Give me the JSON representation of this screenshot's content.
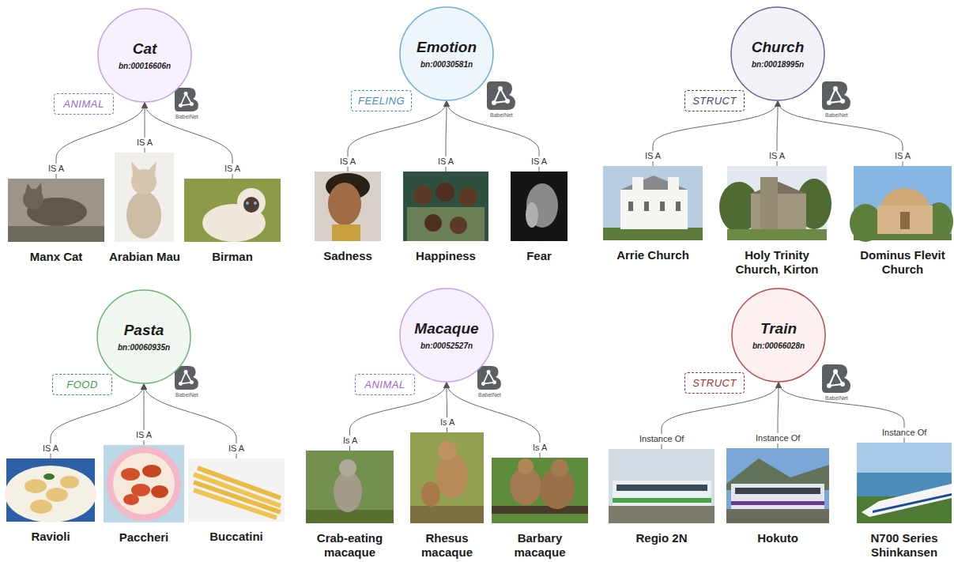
{
  "diagram": {
    "nodes": [
      {
        "text": [
          "Cat",
          "bn:00016606n"
        ]
      },
      {
        "text": [
          "ANIMAL"
        ]
      },
      {
        "text": [
          "Manx Cat"
        ]
      },
      {
        "text": [
          "Arabian Mau"
        ]
      },
      {
        "text": [
          "Birman"
        ]
      },
      {
        "text": [
          "Emotion",
          "bn:00030581n"
        ]
      },
      {
        "text": [
          "FEELING"
        ]
      },
      {
        "text": [
          "Sadness"
        ]
      },
      {
        "text": [
          "Happiness"
        ]
      },
      {
        "text": [
          "Fear"
        ]
      },
      {
        "text": [
          "Church",
          "bn:00018995n"
        ]
      },
      {
        "text": [
          "STRUCT"
        ]
      },
      {
        "text": [
          "Arrie Church"
        ]
      },
      {
        "text": [
          "Holy Trinity Church, Kirton"
        ]
      },
      {
        "text": [
          "Dominus Flevit Church"
        ]
      },
      {
        "text": [
          "Pasta",
          "bn:00060935n"
        ]
      },
      {
        "text": [
          "FOOD"
        ]
      },
      {
        "text": [
          "Ravioli"
        ]
      },
      {
        "text": [
          "Paccheri"
        ]
      },
      {
        "text": [
          "Buccatini"
        ]
      },
      {
        "text": [
          "Macaque",
          "bn:00052527n"
        ]
      },
      {
        "text": [
          "ANIMAL"
        ]
      },
      {
        "text": [
          "Crab-eating macaque"
        ]
      },
      {
        "text": [
          "Rhesus macaque"
        ]
      },
      {
        "text": [
          "Barbary macaque"
        ]
      },
      {
        "text": [
          "Train",
          "bn:00066028n"
        ]
      },
      {
        "text": [
          "STRUCT"
        ]
      },
      {
        "text": [
          "Regio 2N"
        ]
      },
      {
        "text": [
          "Hokuto"
        ]
      },
      {
        "text": [
          "N700 Series Shinkansen"
        ]
      }
    ],
    "edges": [
      {
        "from": 2,
        "to": 0,
        "arrow": "to",
        "label": "IS A"
      },
      {
        "from": 3,
        "to": 0,
        "arrow": "to",
        "label": "IS A"
      },
      {
        "from": 4,
        "to": 0,
        "arrow": "to",
        "label": "IS A"
      },
      {
        "from": 7,
        "to": 5,
        "arrow": "to",
        "label": "IS A"
      },
      {
        "from": 8,
        "to": 5,
        "arrow": "to",
        "label": "IS A"
      },
      {
        "from": 9,
        "to": 5,
        "arrow": "to",
        "label": "IS A"
      },
      {
        "from": 12,
        "to": 10,
        "arrow": "to",
        "label": "IS A"
      },
      {
        "from": 13,
        "to": 10,
        "arrow": "to",
        "label": "IS A"
      },
      {
        "from": 14,
        "to": 10,
        "arrow": "to",
        "label": "IS A"
      },
      {
        "from": 17,
        "to": 15,
        "arrow": "to",
        "label": "IS A"
      },
      {
        "from": 18,
        "to": 15,
        "arrow": "to",
        "label": "IS A"
      },
      {
        "from": 19,
        "to": 15,
        "arrow": "to",
        "label": "IS A"
      },
      {
        "from": 22,
        "to": 20,
        "arrow": "to",
        "label": "Is A"
      },
      {
        "from": 23,
        "to": 20,
        "arrow": "to",
        "label": "Is A"
      },
      {
        "from": 24,
        "to": 20,
        "arrow": "to",
        "label": "Is A"
      },
      {
        "from": 27,
        "to": 25,
        "arrow": "to",
        "label": "Instance Of"
      },
      {
        "from": 28,
        "to": 25,
        "arrow": "to",
        "label": "Instance Of"
      },
      {
        "from": 29,
        "to": 25,
        "arrow": "to",
        "label": "Instance Of"
      }
    ],
    "labels": [
      "BabelNet",
      "BabelNet",
      "BabelNet",
      "BabelNet",
      "BabelNet",
      "BabelNet"
    ]
  }
}
